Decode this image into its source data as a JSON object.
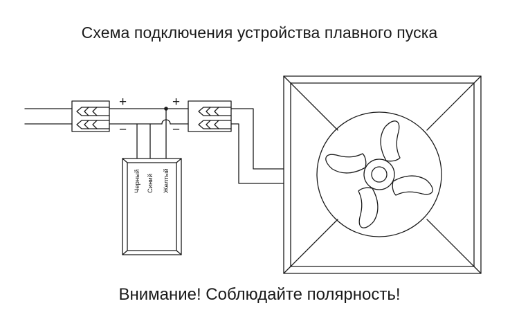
{
  "header": {
    "title": "Схема подключения устройства плавного пуска"
  },
  "footer": {
    "warning": "Внимание! Соблюдайте полярность!"
  },
  "terminals": {
    "plus": "+",
    "minus": "−"
  },
  "controller": {
    "wires": [
      "Черный",
      "Синий",
      "Желтый"
    ]
  },
  "colors": {
    "stroke": "#1a1a1a",
    "background": "#ffffff"
  }
}
